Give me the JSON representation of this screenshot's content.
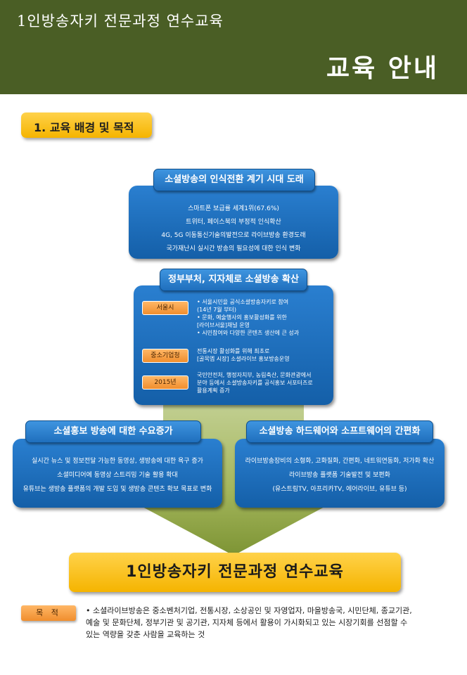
{
  "header": {
    "subtitle": "1인방송자키 전문과정 연수교육",
    "title": "교육 안내"
  },
  "section": {
    "label": "1. 교육 배경  및 목적"
  },
  "box1": {
    "title": "소셜방송의 인식전환 계기 시대 도래",
    "lines": [
      "스마트폰 보급률 세계1위(67.6%)",
      "트위터, 페이스북의 부정적 인식확산",
      "4G, 5G 이동통신기술의발전으로 라이브방송 환경도래",
      "국가재난시 실시간 방송의 필요성에 대한 인식 변화"
    ]
  },
  "box2": {
    "title": "정부부처, 지자체로 소셜방송 확산",
    "rows": [
      {
        "label": "서울시",
        "lines": [
          "• 서울시민을 공식소셜방송자키로 참여",
          "   (14년 7월 부터)",
          "• 문화, 예술행사의 홍보활성화를 위한",
          "   [라이브서울]채널 운영",
          "• 시민참여와 다양한 콘텐츠 생산에 큰 성과"
        ]
      },
      {
        "label": "중소기업청",
        "lines": [
          "전통시장 활성화를 위해 최초로",
          "[골목엡 시장] 소셜라이브 홍보방송운영"
        ]
      },
      {
        "label": "2015년",
        "lines": [
          "국민안전처, 행정자치부, 농림축산, 문화관광에서",
          "분야 등에서  소셜방송자키를 공식홍보 서포터즈로",
          "활용계획 증가"
        ]
      }
    ]
  },
  "box3": {
    "title": "소셜홍보 방송에 대한 수요증가",
    "lines": [
      "실시간 뉴스 및 정보전달 가능한 동영상, 생방송에 대한 욕구 증가",
      "소셜미디어에  동영상 스트리밍 기술 활용 확대",
      "유튜브는 생방송 플랫폼의 개발 도입 및 생방송 콘텐츠 확보 목표로 변화"
    ]
  },
  "box4": {
    "title": "소셜방송 하드웨어와 소프트웨어의 간편화",
    "lines": [
      "라이브방송장비의 소형화, 고화질화, 간편화, 네트워연동화, 저가화 확산",
      "라이브방송 플랫폼 기술발전 및 보편화",
      "(유스트림TV, 아프리카TV, 에어라이브, 유튜브 등)"
    ]
  },
  "final": {
    "title": "1인방송자키 전문과정 연수교육"
  },
  "purpose": {
    "label": "목 적",
    "text": "• 소셜라이브방송은 중소벤처기업, 전통시장, 소상공인 및 자영업자, 마을방송국, 시민단체, 종교기관, 예술 및 문화단체, 정부기관 및 공기관, 지자체 등에서 활용이 가시화되고 있는 시장기회를 선점할 수 있는 역량을 갖춘 사람을 교육하는 것"
  },
  "colors": {
    "header_bg": "#4a5e25",
    "accent_yellow": "#f5b400",
    "box_blue": "#1a6cbb",
    "pill_orange": "#f08e2e"
  }
}
